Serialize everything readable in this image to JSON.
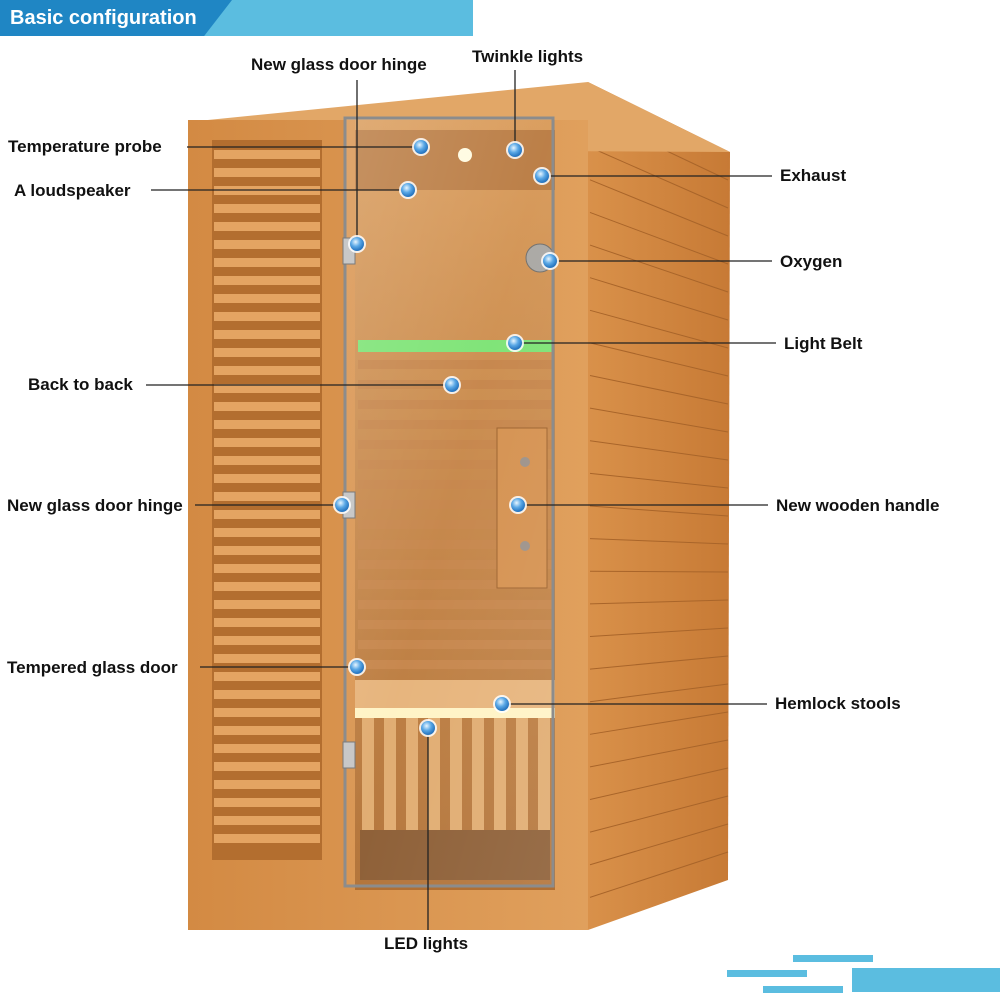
{
  "header": {
    "title": "Basic configuration"
  },
  "colors": {
    "banner_dark": "#1f86c4",
    "banner_light": "#5bbde0",
    "wood": "#cf8a45",
    "marker": "#5aa8e6",
    "light_belt": "#6cf27a",
    "led_glow": "#fff3c4"
  },
  "callouts": [
    {
      "id": "new-glass-door-hinge-top",
      "label": "New glass door hinge"
    },
    {
      "id": "twinkle-lights",
      "label": "Twinkle lights"
    },
    {
      "id": "temperature-probe",
      "label": "Temperature probe"
    },
    {
      "id": "exhaust",
      "label": "Exhaust"
    },
    {
      "id": "a-loudspeaker",
      "label": "A loudspeaker"
    },
    {
      "id": "oxygen",
      "label": "Oxygen"
    },
    {
      "id": "light-belt",
      "label": "Light Belt"
    },
    {
      "id": "back-to-back",
      "label": "Back to back"
    },
    {
      "id": "new-glass-door-hinge-mid",
      "label": "New glass door hinge"
    },
    {
      "id": "new-wooden-handle",
      "label": "New wooden handle"
    },
    {
      "id": "tempered-glass-door",
      "label": "Tempered glass door"
    },
    {
      "id": "hemlock-stools",
      "label": "Hemlock stools"
    },
    {
      "id": "led-lights",
      "label": "LED lights"
    }
  ]
}
